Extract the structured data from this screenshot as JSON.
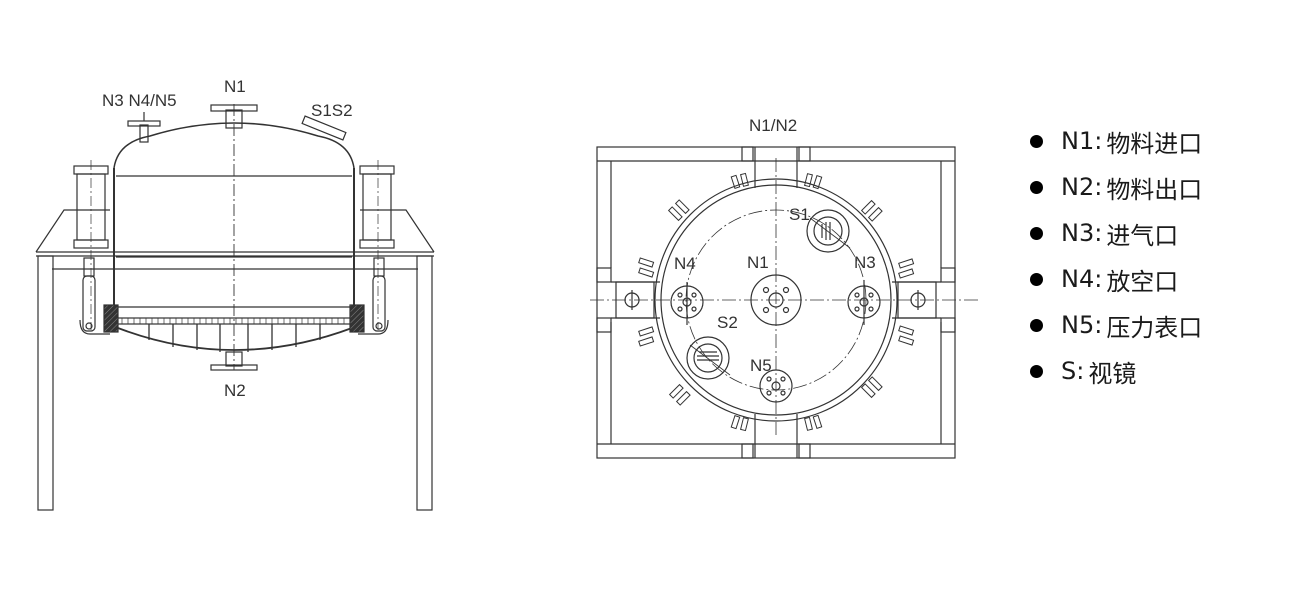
{
  "side_view": {
    "labels": {
      "n1": "N1",
      "n2": "N2",
      "n3_n4_n5": "N3 N4/N5",
      "s1s2": "S1S2"
    }
  },
  "top_view": {
    "labels": {
      "n1_n2": "N1/N2",
      "n1": "N1",
      "n3": "N3",
      "n4": "N4",
      "n5": "N5",
      "s1": "S1",
      "s2": "S2"
    }
  },
  "legend": {
    "items": [
      {
        "code": "N1:",
        "desc": "物料进口"
      },
      {
        "code": "N2:",
        "desc": "物料出口"
      },
      {
        "code": "N3:",
        "desc": "进气口"
      },
      {
        "code": "N4:",
        "desc": "放空口"
      },
      {
        "code": "N5:",
        "desc": "压力表口"
      },
      {
        "code": "S:",
        "desc": "视镜"
      }
    ]
  },
  "colors": {
    "line": "#333333",
    "background": "#ffffff",
    "text": "#1a1a1a"
  }
}
